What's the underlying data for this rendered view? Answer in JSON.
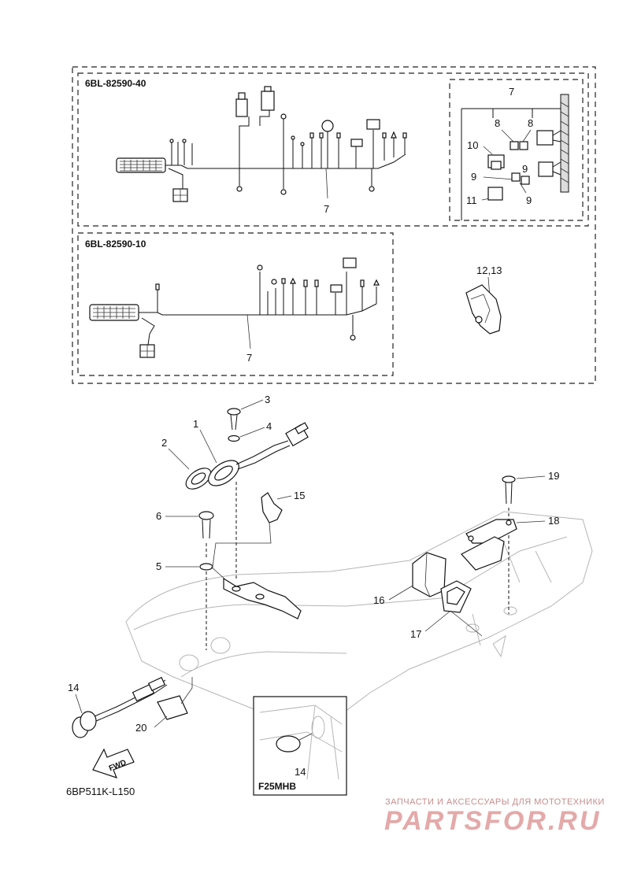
{
  "diagram": {
    "kits": [
      {
        "code": "6BL-82590-40",
        "harness_ref": "7"
      },
      {
        "code": "6BL-82590-10",
        "harness_ref": "7"
      }
    ],
    "detail_box_refs": [
      "7",
      "8",
      "8",
      "10",
      "9",
      "9",
      "11",
      "9"
    ],
    "clamp_ref": "12,13",
    "callouts": {
      "c1": "1",
      "c2": "2",
      "c3": "3",
      "c4": "4",
      "c5": "5",
      "c6": "6",
      "c14a": "14",
      "c14b": "14",
      "c15": "15",
      "c16": "16",
      "c17": "17",
      "c18": "18",
      "c19": "19",
      "c20": "20"
    },
    "inset_model": "F25MHB",
    "fwd_label": "FWD",
    "figure_code": "6BP511K-L150"
  },
  "watermark": {
    "tagline": "ЗАПЧАСТИ И АКСЕССУАРЫ ДЛЯ МОТОТЕХНИКИ",
    "brand": "PARTSFOR.RU"
  }
}
